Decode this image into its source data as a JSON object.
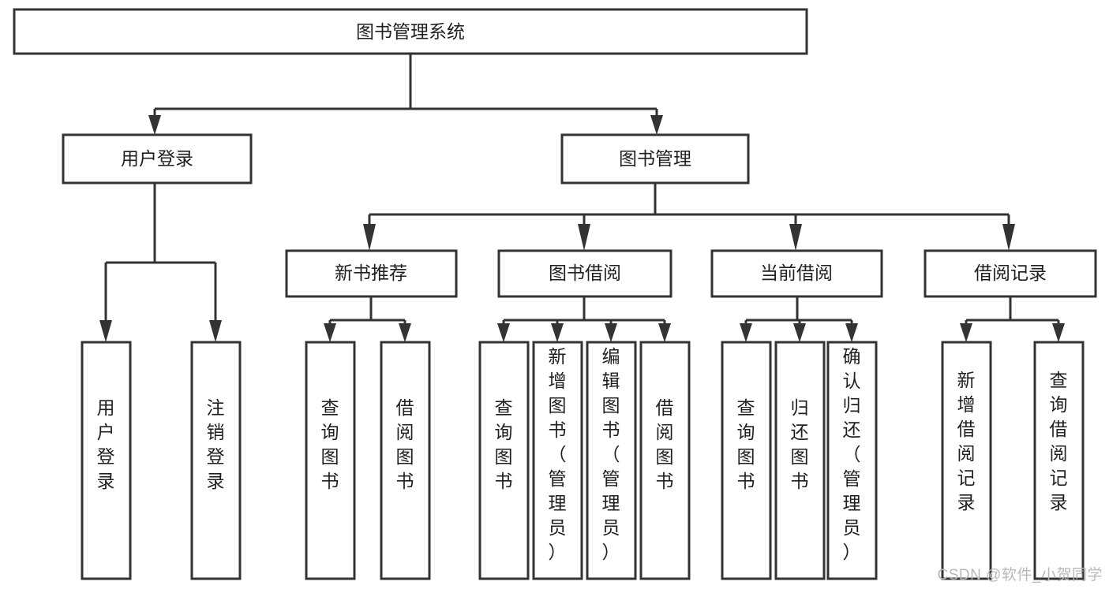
{
  "diagram": {
    "type": "tree-hierarchy",
    "title": "图书管理系统",
    "root": {
      "id": "root",
      "label": "图书管理系统",
      "orientation": "horizontal"
    },
    "level2": [
      {
        "id": "user-login",
        "label": "用户登录",
        "orientation": "horizontal"
      },
      {
        "id": "book-management",
        "label": "图书管理",
        "orientation": "horizontal"
      }
    ],
    "level3": [
      {
        "id": "new-book-recommend",
        "label": "新书推荐",
        "orientation": "horizontal"
      },
      {
        "id": "book-borrow",
        "label": "图书借阅",
        "orientation": "horizontal"
      },
      {
        "id": "current-borrow",
        "label": "当前借阅",
        "orientation": "horizontal"
      },
      {
        "id": "borrow-record",
        "label": "借阅记录",
        "orientation": "horizontal"
      }
    ],
    "leaves": {
      "user-login": [
        {
          "id": "leaf-user-login",
          "label": "用户登录",
          "orientation": "vertical"
        },
        {
          "id": "leaf-logout-login",
          "label": "注销登录",
          "orientation": "vertical"
        }
      ],
      "new-book-recommend": [
        {
          "id": "leaf-query-book-1",
          "label": "查询图书",
          "orientation": "vertical"
        },
        {
          "id": "leaf-borrow-book-1",
          "label": "借阅图书",
          "orientation": "vertical"
        }
      ],
      "book-borrow": [
        {
          "id": "leaf-query-book-2",
          "label": "查询图书",
          "orientation": "vertical"
        },
        {
          "id": "leaf-add-book",
          "label": "新增图书（管理员）",
          "orientation": "vertical"
        },
        {
          "id": "leaf-edit-book",
          "label": "编辑图书（管理员）",
          "orientation": "vertical"
        },
        {
          "id": "leaf-borrow-book-2",
          "label": "借阅图书",
          "orientation": "vertical"
        }
      ],
      "current-borrow": [
        {
          "id": "leaf-query-book-3",
          "label": "查询图书",
          "orientation": "vertical"
        },
        {
          "id": "leaf-return-book",
          "label": "归还图书",
          "orientation": "vertical"
        },
        {
          "id": "leaf-confirm-return",
          "label": "确认归还（管理员）",
          "orientation": "vertical"
        }
      ],
      "borrow-record": [
        {
          "id": "leaf-add-record",
          "label": "新增借阅记录",
          "orientation": "vertical"
        },
        {
          "id": "leaf-query-record",
          "label": "查询借阅记录",
          "orientation": "vertical"
        }
      ]
    },
    "colors": {
      "stroke": "#333333",
      "fill": "#ffffff",
      "text": "#1f1f1f",
      "watermark": "#b9b9b9"
    }
  },
  "watermark": {
    "text": "CSDN @软件_小贺同学"
  }
}
